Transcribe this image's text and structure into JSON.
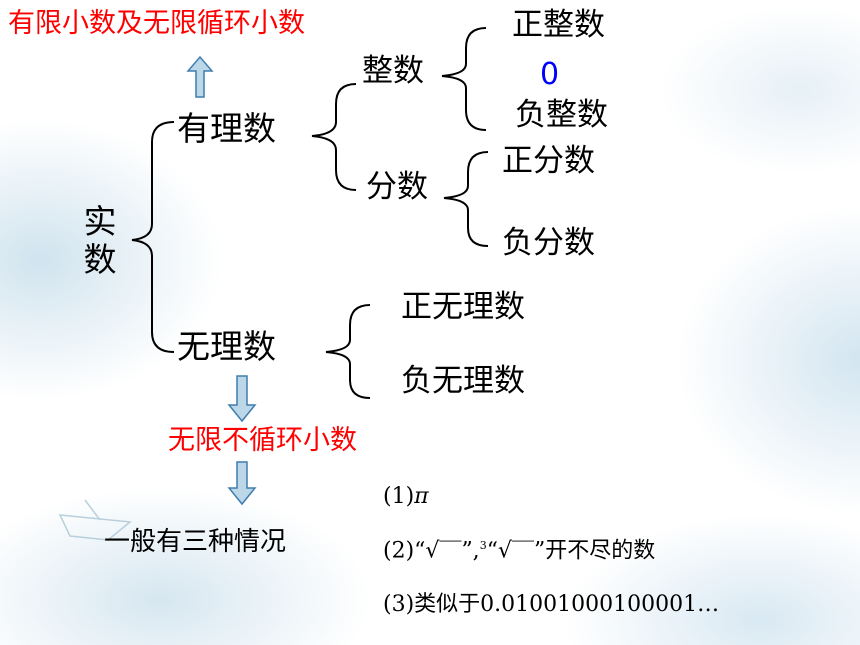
{
  "top_note": "有限小数及无限循环小数",
  "root": "实数",
  "rational": {
    "label": "有理数",
    "integer": {
      "label": "整数",
      "positive": "正整数",
      "zero": "0",
      "negative": "负整数"
    },
    "fraction": {
      "label": "分数",
      "positive": "正分数",
      "negative": "负分数"
    }
  },
  "irrational": {
    "label": "无理数",
    "positive": "正无理数",
    "negative": "负无理数",
    "note": "无限不循环小数",
    "cases_label": "一般有三种情况",
    "cases": {
      "c1_prefix": "(1)",
      "c1_symbol": "π",
      "c2_prefix": "(2)",
      "c2_sqrt": "“√‾‾”,",
      "c2_cbrt_index": "3",
      "c2_cbrt": "“√‾‾”",
      "c2_suffix": "开不尽的数",
      "c3": "(3)类似于0.01001000100001…"
    }
  },
  "colors": {
    "highlight": "#ff0000",
    "zero": "#0000ff",
    "arrow_fill": "#bcd7e8",
    "arrow_stroke": "#3f7fae"
  }
}
